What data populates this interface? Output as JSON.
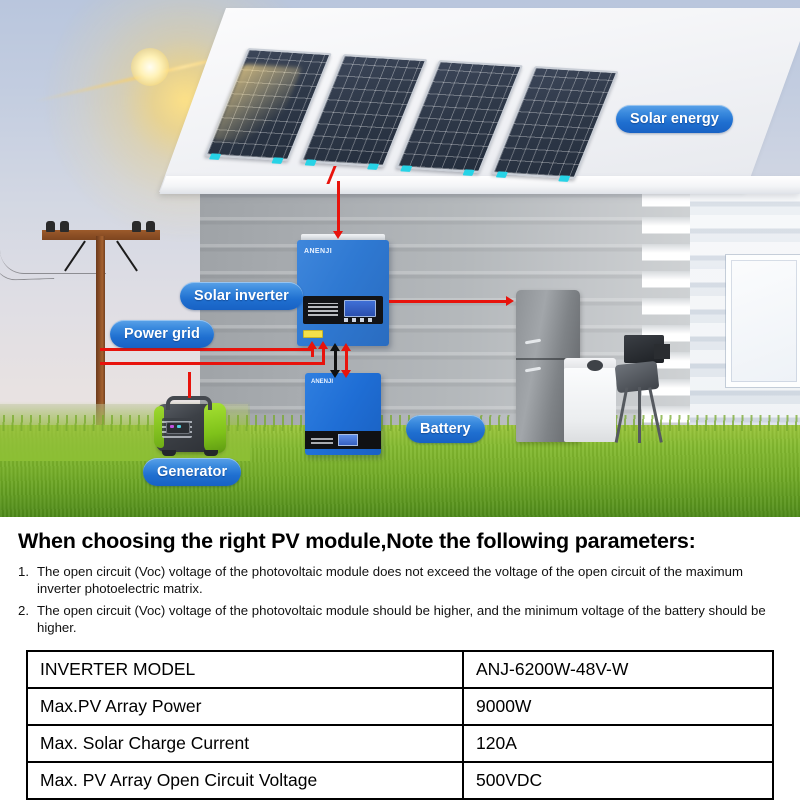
{
  "scene": {
    "alt": "off-grid solar power system diagram on a house",
    "badges": [
      {
        "id": "solar-energy",
        "label": "Solar energy"
      },
      {
        "id": "solar-inverter",
        "label": "Solar inverter"
      },
      {
        "id": "power-grid",
        "label": "Power grid"
      },
      {
        "id": "battery",
        "label": "Battery"
      },
      {
        "id": "generator",
        "label": "Generator"
      }
    ],
    "device_brand": "ANENJI",
    "colors": {
      "wire_red": "#e8130c",
      "wire_black": "#111111",
      "badge_blue": "#1f6fd0",
      "inverter_blue": "#2f79d2",
      "grass_green": "#74ad27",
      "panel_dark": "#2f3949",
      "accent_cyan": "#27d3e6"
    }
  },
  "content": {
    "heading": "When choosing the right PV module,Note the following parameters:",
    "notes": [
      "The open circuit (Voc) voltage of the photovoltaic module does not exceed the voltage of the open circuit of the maximum inverter photoelectric matrix.",
      "The open circuit (Voc) voltage of the photovoltaic module should be higher, and the minimum voltage of the battery should be higher."
    ]
  },
  "spec_table": {
    "rows": [
      {
        "key": "INVERTER MODEL",
        "value": "ANJ-6200W-48V-W"
      },
      {
        "key": "Max.PV Array Power",
        "value": "9000W"
      },
      {
        "key": "Max. Solar Charge Current",
        "value": "120A"
      },
      {
        "key": "Max. PV Array Open Circuit Voltage",
        "value": "500VDC"
      }
    ]
  }
}
